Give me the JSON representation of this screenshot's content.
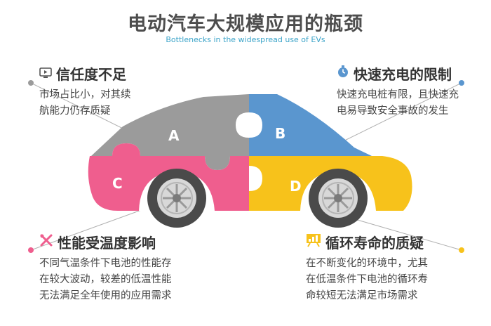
{
  "title": "电动汽车大规模应用的瓶颈",
  "subtitle": "Bottlenecks in the widespread use of EVs",
  "car": {
    "piece_labels": [
      "A",
      "B",
      "C",
      "D"
    ],
    "colors": {
      "a": "#9b9b9b",
      "b": "#5a96cf",
      "c": "#ef5e8e",
      "d": "#f7c21b",
      "tire": "#4a4a4a",
      "rim": "#d8d8d8"
    }
  },
  "sections": {
    "a": {
      "icon": "monitor-icon",
      "heading": "信任度不足",
      "lines": [
        "市场占比小，对其续",
        "航能力仍存质疑"
      ]
    },
    "b": {
      "icon": "stopwatch-icon",
      "heading": "快速充电的限制",
      "lines": [
        "快速充电桩有限，且快速充",
        "电易导致安全事故的发生"
      ]
    },
    "c": {
      "icon": "tools-icon",
      "heading": "性能受温度影响",
      "lines": [
        "不同气温条件下电池的性能存",
        "在较大波动，较差的低温性能",
        "无法满足全年使用的应用需求"
      ]
    },
    "d": {
      "icon": "chart-board-icon",
      "heading": "循环寿命的质疑",
      "lines": [
        "在不断变化的环境中，尤其",
        "在低温条件下电池的循环寿",
        "命较短无法满足市场需求"
      ]
    }
  }
}
